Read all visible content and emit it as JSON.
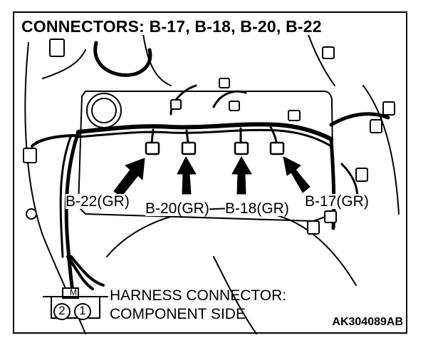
{
  "title": "CONNECTORS: B-17, B-18, B-20, B-22",
  "connector_labels": {
    "b22": "B-22(GR)",
    "b20": "B-20(GR)",
    "b18": "B-18(GR)",
    "b17": "B-17(GR)"
  },
  "legend": {
    "line1": "HARNESS CONNECTOR:",
    "line2": "COMPONENT SIDE",
    "terminal_top": "M",
    "terminal_left": "2",
    "terminal_right": "1"
  },
  "figure_code": "AK304089AB"
}
